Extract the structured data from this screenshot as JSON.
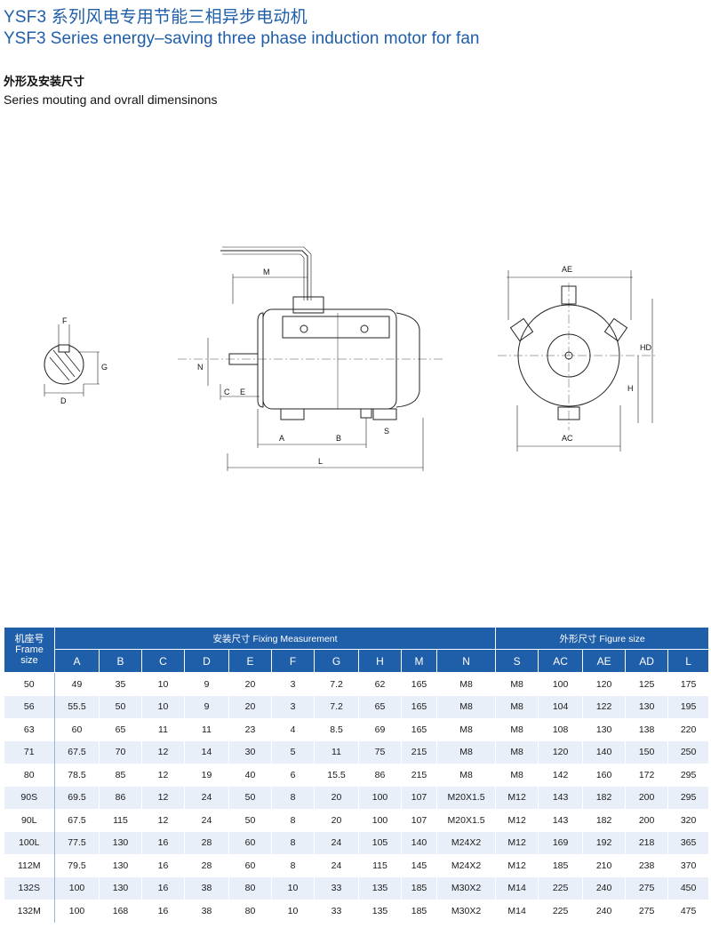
{
  "header": {
    "title_cn": "YSF3 系列风电专用节能三相异步电动机",
    "title_en": "YSF3 Series energy–saving three phase induction motor for fan",
    "subtitle_cn": "外形及安装尺寸",
    "subtitle_en": "Series mouting and ovrall dimensinons"
  },
  "drawing_labels": {
    "F": "F",
    "G": "G",
    "D": "D",
    "M": "M",
    "N": "N",
    "C": "C",
    "E": "E",
    "A": "A",
    "B": "B",
    "S": "S",
    "L": "L",
    "AE": "AE",
    "HD": "HD",
    "H": "H",
    "AC": "AC"
  },
  "table": {
    "frame_header": [
      "机座号",
      "Frame",
      "size"
    ],
    "group_fixing": "安装尺寸  Fixing Measurement",
    "group_figure": "外形尺寸  Figure size",
    "columns": [
      "A",
      "B",
      "C",
      "D",
      "E",
      "F",
      "G",
      "H",
      "M",
      "N",
      "S",
      "AC",
      "AE",
      "AD",
      "L"
    ],
    "rows": [
      [
        "50",
        "49",
        "35",
        "10",
        "9",
        "20",
        "3",
        "7.2",
        "62",
        "165",
        "M8",
        "M8",
        "100",
        "120",
        "125",
        "175"
      ],
      [
        "56",
        "55.5",
        "50",
        "10",
        "9",
        "20",
        "3",
        "7.2",
        "65",
        "165",
        "M8",
        "M8",
        "104",
        "122",
        "130",
        "195"
      ],
      [
        "63",
        "60",
        "65",
        "11",
        "11",
        "23",
        "4",
        "8.5",
        "69",
        "165",
        "M8",
        "M8",
        "108",
        "130",
        "138",
        "220"
      ],
      [
        "71",
        "67.5",
        "70",
        "12",
        "14",
        "30",
        "5",
        "11",
        "75",
        "215",
        "M8",
        "M8",
        "120",
        "140",
        "150",
        "250"
      ],
      [
        "80",
        "78.5",
        "85",
        "12",
        "19",
        "40",
        "6",
        "15.5",
        "86",
        "215",
        "M8",
        "M8",
        "142",
        "160",
        "172",
        "295"
      ],
      [
        "90S",
        "69.5",
        "86",
        "12",
        "24",
        "50",
        "8",
        "20",
        "100",
        "107",
        "M20X1.5",
        "M12",
        "143",
        "182",
        "200",
        "295"
      ],
      [
        "90L",
        "67.5",
        "115",
        "12",
        "24",
        "50",
        "8",
        "20",
        "100",
        "107",
        "M20X1.5",
        "M12",
        "143",
        "182",
        "200",
        "320"
      ],
      [
        "100L",
        "77.5",
        "130",
        "16",
        "28",
        "60",
        "8",
        "24",
        "105",
        "140",
        "M24X2",
        "M12",
        "169",
        "192",
        "218",
        "365"
      ],
      [
        "112M",
        "79.5",
        "130",
        "16",
        "28",
        "60",
        "8",
        "24",
        "115",
        "145",
        "M24X2",
        "M12",
        "185",
        "210",
        "238",
        "370"
      ],
      [
        "132S",
        "100",
        "130",
        "16",
        "38",
        "80",
        "10",
        "33",
        "135",
        "185",
        "M30X2",
        "M14",
        "225",
        "240",
        "275",
        "450"
      ],
      [
        "132M",
        "100",
        "168",
        "16",
        "38",
        "80",
        "10",
        "33",
        "135",
        "185",
        "M30X2",
        "M14",
        "225",
        "240",
        "275",
        "475"
      ]
    ]
  }
}
